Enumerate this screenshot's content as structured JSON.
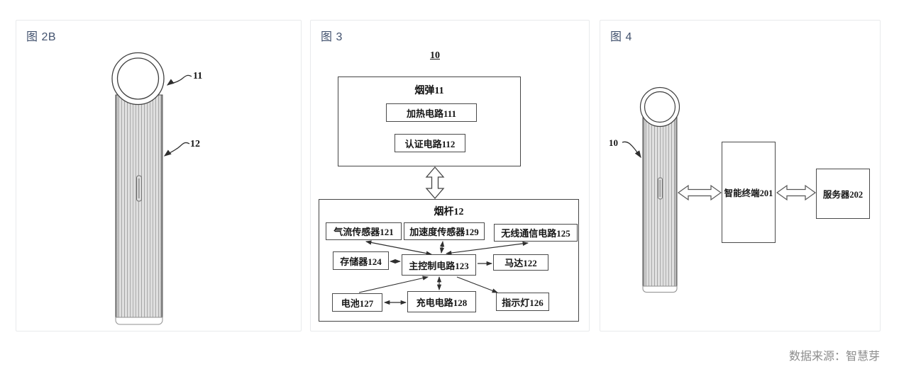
{
  "caption": {
    "text": "数据来源：智慧芽"
  },
  "colors": {
    "title_accent": "#42526e",
    "caption_gray": "#8c8c8c",
    "panel_border": "#e8eaec",
    "diagram_line": "#3c3c3c"
  },
  "panels": {
    "fig2b": {
      "title": "图 2B",
      "callouts": {
        "mouthpiece": "11",
        "body": "12"
      }
    },
    "fig3": {
      "title": "图 3",
      "system_ref": "10",
      "cartridge": {
        "label": "烟弹11",
        "heating": "加热电路111",
        "auth": "认证电路112"
      },
      "stem": {
        "label": "烟杆12",
        "airflow": "气流传感器121",
        "accel": "加速度传感器129",
        "wireless": "无线通信电路125",
        "memory": "存储器124",
        "mcu": "主控制电路123",
        "motor": "马达122",
        "battery": "电池127",
        "charging": "充电电路128",
        "indicator": "指示灯126"
      }
    },
    "fig4": {
      "title": "图 4",
      "device_ref": "10",
      "terminal": "智能终端201",
      "server": "服务器202"
    }
  }
}
